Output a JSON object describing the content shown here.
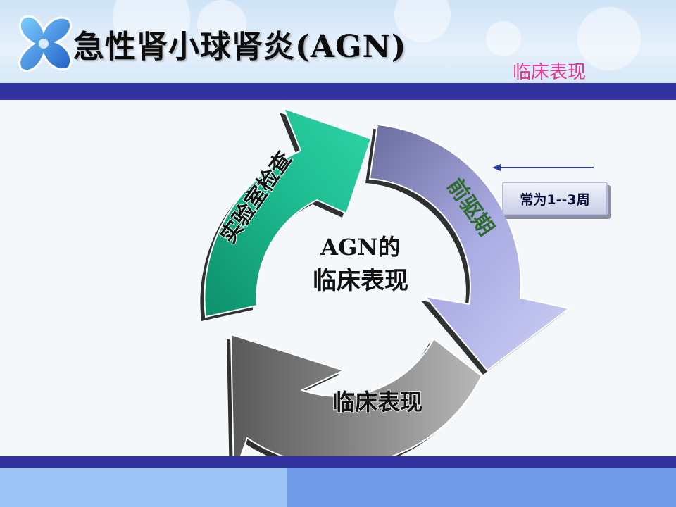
{
  "slide": {
    "title": "急性肾小球肾炎(AGN)",
    "subtitle": "临床表现"
  },
  "cycle": {
    "center_line1": "AGN的",
    "center_line2": "临床表现",
    "segments": [
      {
        "label": "前驱期",
        "color": "#a9abe3"
      },
      {
        "label": "临床表现",
        "color": "#8a8a8a"
      },
      {
        "label": "实验室检查",
        "color": "#1fbf93"
      }
    ]
  },
  "note": {
    "text": "常为1--3周"
  },
  "colors": {
    "accent_bar": "#3333a0",
    "subtitle": "#e8338f",
    "note_arrow": "#2a3aa8"
  }
}
